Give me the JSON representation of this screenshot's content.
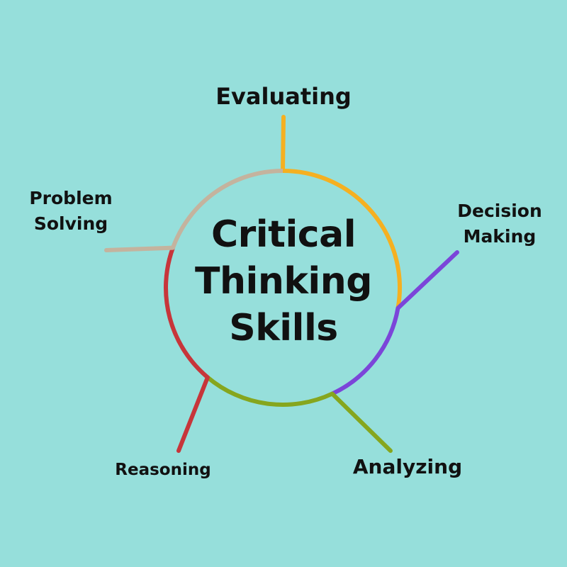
{
  "diagram": {
    "title_lines": [
      "Critical",
      "Thinking",
      "Skills"
    ],
    "colors": {
      "background": "#96dfdb",
      "text": "#111111"
    },
    "skills": [
      {
        "label": "Evaluating",
        "color": "#f5b021"
      },
      {
        "label": "Decision\nMaking",
        "color": "#7b45d9"
      },
      {
        "label": "Analyzing",
        "color": "#86a61e"
      },
      {
        "label": "Reasoning",
        "color": "#c7353a"
      },
      {
        "label": "Problem\nSolving",
        "color": "#c4b39e"
      }
    ]
  }
}
